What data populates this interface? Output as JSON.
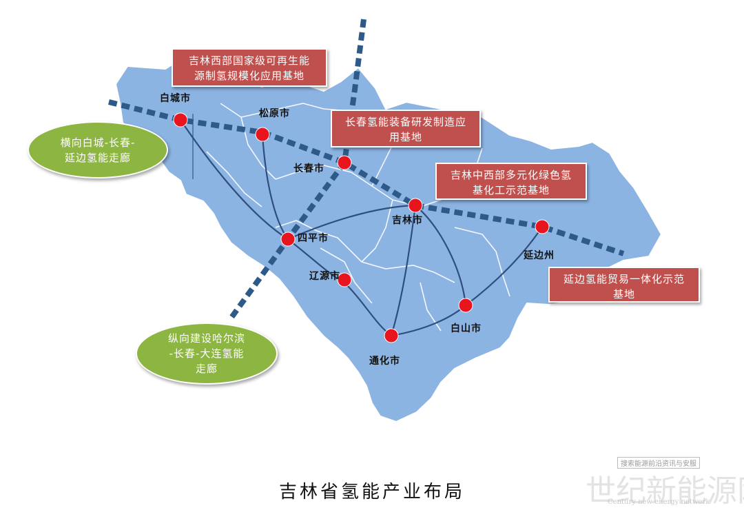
{
  "map": {
    "colors": {
      "land": "#8cb4e2",
      "border": "#ffffff",
      "route": "#2e4e7e",
      "corridor": "#2e5a8a",
      "city_dot": "#e8141e"
    }
  },
  "cities": {
    "baicheng": "白城市",
    "songyuan": "松原市",
    "changchun": "长春市",
    "jilin": "吉林市",
    "siping": "四平市",
    "liaoyuan": "辽源市",
    "yanbian": "延边州",
    "baishan": "白山市",
    "tonghua": "通化市"
  },
  "callouts": {
    "west_base": {
      "line1": "吉林西部国家级可再生能",
      "line2": "源制氢规模化应用基地"
    },
    "changchun_base": {
      "line1": "长春氢能装备研发制造应",
      "line2": "用基地"
    },
    "central_base": {
      "line1": "吉林中西部多元化绿色氢",
      "line2": "基化工示范基地"
    },
    "yanbian_base": {
      "line1": "延边氢能贸易一体化示范",
      "line2": "基地"
    }
  },
  "corridors": {
    "horizontal": {
      "line1": "横向白城-长春-",
      "line2": "延边氢能走廊"
    },
    "vertical": {
      "line1": "纵向建设哈尔滨",
      "line2": "-长春-大连氢能",
      "line3": "走廊"
    }
  },
  "title": "吉林省氢能产业布局",
  "watermark": {
    "main": "世纪新能源网",
    "top": "搜索能源前沿资讯与安服",
    "bottom": "Century new energy network"
  }
}
